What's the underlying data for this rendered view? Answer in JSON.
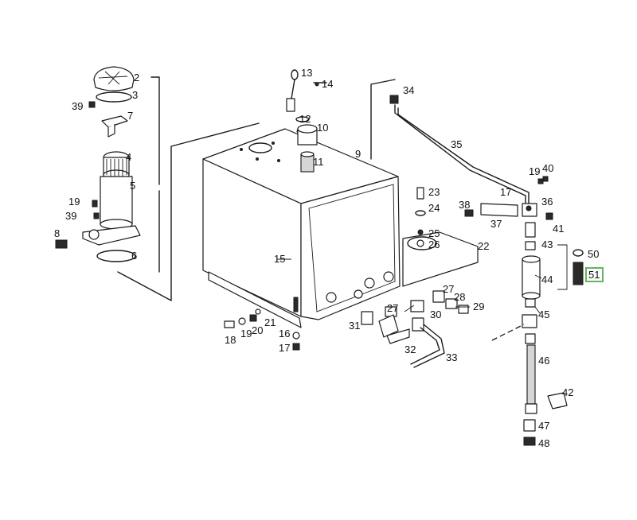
{
  "highlight_color": "#5cb85c",
  "callouts": [
    {
      "id": "2",
      "text": "2"
    },
    {
      "id": "3",
      "text": "3"
    },
    {
      "id": "39a",
      "text": "39"
    },
    {
      "id": "7",
      "text": "7"
    },
    {
      "id": "4",
      "text": "4"
    },
    {
      "id": "5",
      "text": "5"
    },
    {
      "id": "19a",
      "text": "19"
    },
    {
      "id": "39b",
      "text": "39"
    },
    {
      "id": "8",
      "text": "8"
    },
    {
      "id": "6",
      "text": "6"
    },
    {
      "id": "13",
      "text": "13"
    },
    {
      "id": "14",
      "text": "14"
    },
    {
      "id": "12",
      "text": "12"
    },
    {
      "id": "10",
      "text": "10"
    },
    {
      "id": "9",
      "text": "9"
    },
    {
      "id": "11",
      "text": "11"
    },
    {
      "id": "15",
      "text": "15"
    },
    {
      "id": "34",
      "text": "34"
    },
    {
      "id": "35",
      "text": "35"
    },
    {
      "id": "19b",
      "text": "19"
    },
    {
      "id": "40",
      "text": "40"
    },
    {
      "id": "17a",
      "text": "17"
    },
    {
      "id": "36",
      "text": "36"
    },
    {
      "id": "38",
      "text": "38"
    },
    {
      "id": "37",
      "text": "37"
    },
    {
      "id": "41",
      "text": "41"
    },
    {
      "id": "23",
      "text": "23"
    },
    {
      "id": "24",
      "text": "24"
    },
    {
      "id": "25",
      "text": "25"
    },
    {
      "id": "26",
      "text": "26"
    },
    {
      "id": "22",
      "text": "22"
    },
    {
      "id": "43",
      "text": "43"
    },
    {
      "id": "50",
      "text": "50"
    },
    {
      "id": "51",
      "text": "51"
    },
    {
      "id": "44",
      "text": "44"
    },
    {
      "id": "27a",
      "text": "27"
    },
    {
      "id": "28",
      "text": "28"
    },
    {
      "id": "29",
      "text": "29"
    },
    {
      "id": "27b",
      "text": "27"
    },
    {
      "id": "30",
      "text": "30"
    },
    {
      "id": "31",
      "text": "31"
    },
    {
      "id": "32",
      "text": "32"
    },
    {
      "id": "33",
      "text": "33"
    },
    {
      "id": "45",
      "text": "45"
    },
    {
      "id": "46",
      "text": "46"
    },
    {
      "id": "42",
      "text": "42"
    },
    {
      "id": "47",
      "text": "47"
    },
    {
      "id": "48",
      "text": "48"
    },
    {
      "id": "18",
      "text": "18"
    },
    {
      "id": "19c",
      "text": "19"
    },
    {
      "id": "20",
      "text": "20"
    },
    {
      "id": "21",
      "text": "21"
    },
    {
      "id": "16",
      "text": "16"
    },
    {
      "id": "17b",
      "text": "17"
    }
  ],
  "highlighted_callout": "51"
}
